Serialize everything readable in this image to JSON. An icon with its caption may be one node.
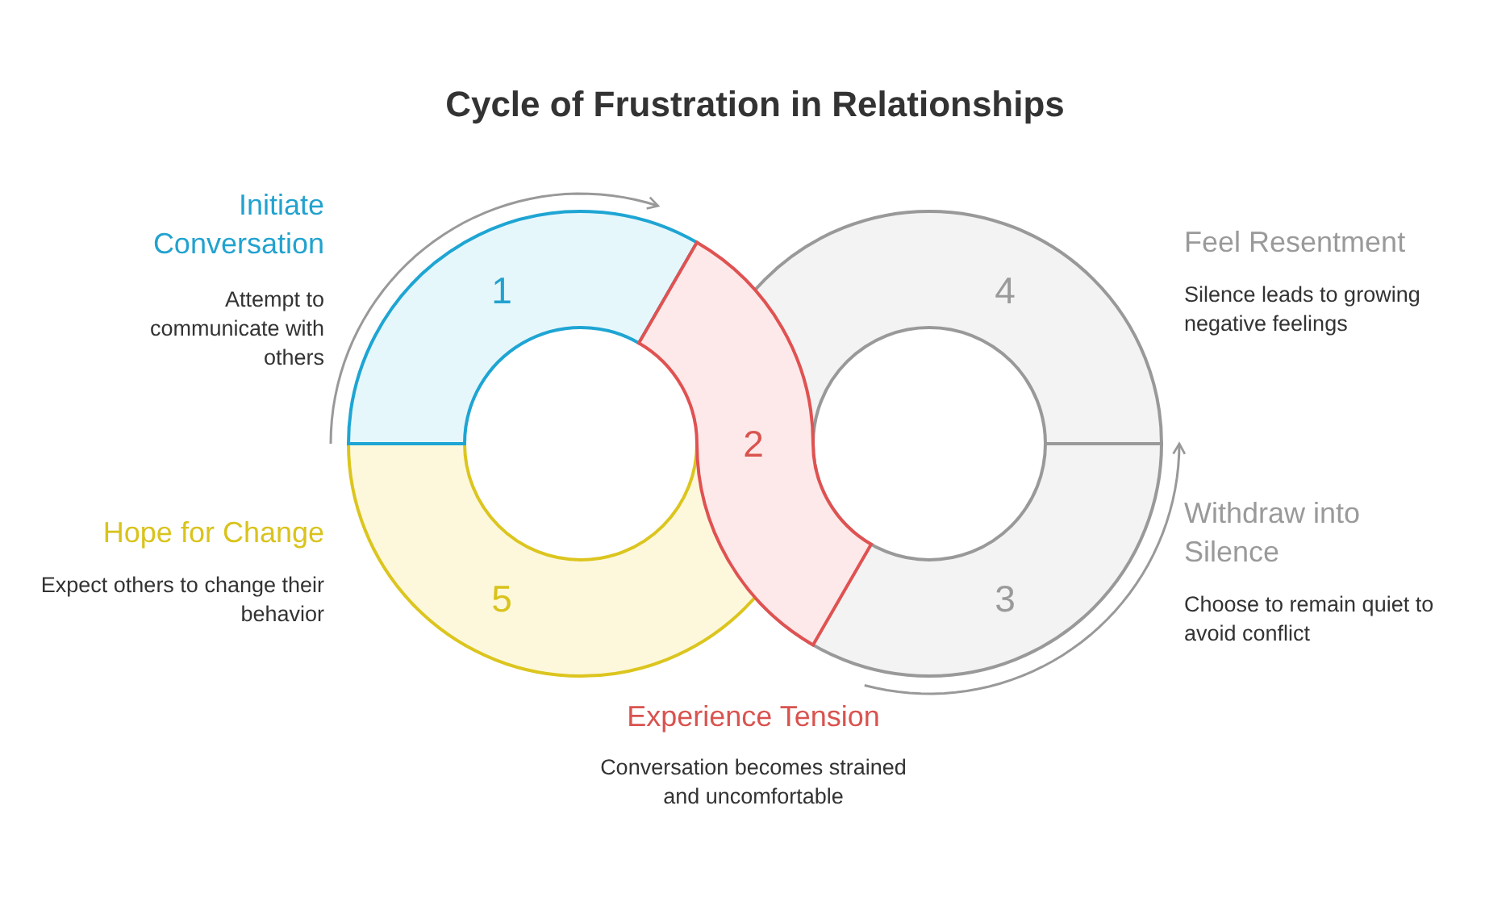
{
  "diagram": {
    "title": "Cycle of Frustration in Relationships",
    "nodes": [
      {
        "text": [
          "1"
        ],
        "beside": [
          "Initiate Conversation",
          "Attempt to communicate with others"
        ]
      },
      {
        "text": [
          "2"
        ],
        "beside": [
          "Experience Tension",
          "Conversation becomes strained and uncomfortable"
        ]
      },
      {
        "text": [
          "3"
        ],
        "beside": [
          "Withdraw into Silence",
          "Choose to remain quiet to avoid conflict"
        ]
      },
      {
        "text": [
          "4"
        ],
        "beside": [
          "Feel Resentment",
          "Silence leads to growing negative feelings"
        ]
      },
      {
        "text": [
          "5"
        ],
        "beside": [
          "Hope for Change",
          "Expect others to change their behavior"
        ]
      }
    ]
  }
}
